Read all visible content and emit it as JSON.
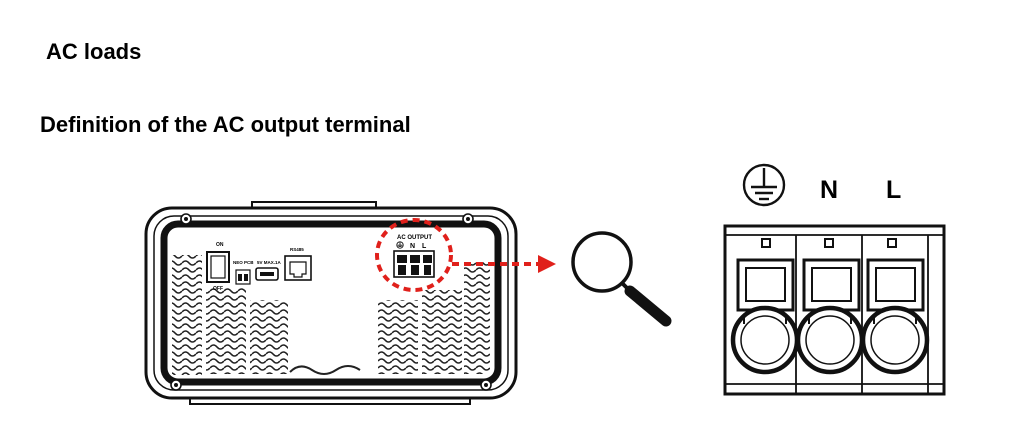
{
  "section_title": "AC loads",
  "subtitle": "Definition of the AC output terminal",
  "inverter_panel": {
    "switch_on": "ON",
    "switch_off": "OFF",
    "dip_label": "NEO PCB",
    "usb_label": "5V MAX.1A",
    "rs485_label": "RS485",
    "ac_output_label": "AC OUTPUT",
    "terminal_labels": [
      "N",
      "L"
    ]
  },
  "terminal_labels": [
    "N",
    "L"
  ],
  "colors": {
    "highlight": "#e0201b",
    "line": "#111111"
  },
  "icons": [
    "ground-icon",
    "magnifier-icon"
  ]
}
